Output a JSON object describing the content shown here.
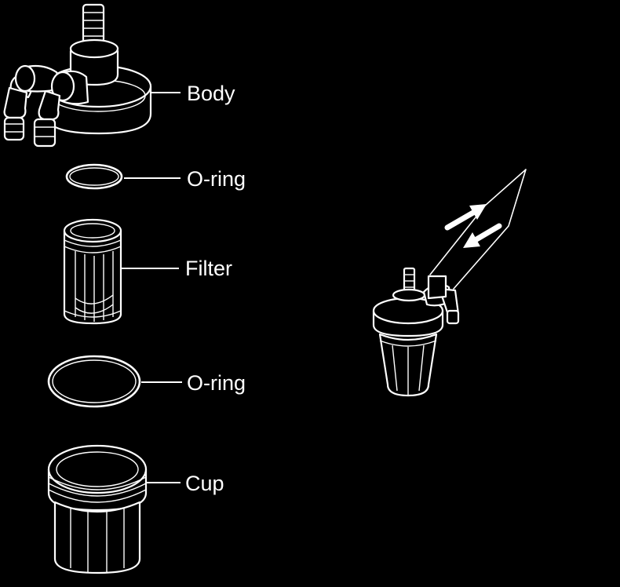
{
  "diagram": {
    "parts": [
      {
        "id": "body",
        "label": "Body"
      },
      {
        "id": "oring-top",
        "label": "O-ring"
      },
      {
        "id": "filter",
        "label": "Filter"
      },
      {
        "id": "oring-bottom",
        "label": "O-ring"
      },
      {
        "id": "cup",
        "label": "Cup"
      }
    ],
    "assembled_view": {
      "arrows": [
        "flow-out-arrow",
        "flow-in-arrow"
      ]
    },
    "colors": {
      "background": "#000000",
      "line": "#ffffff"
    }
  }
}
